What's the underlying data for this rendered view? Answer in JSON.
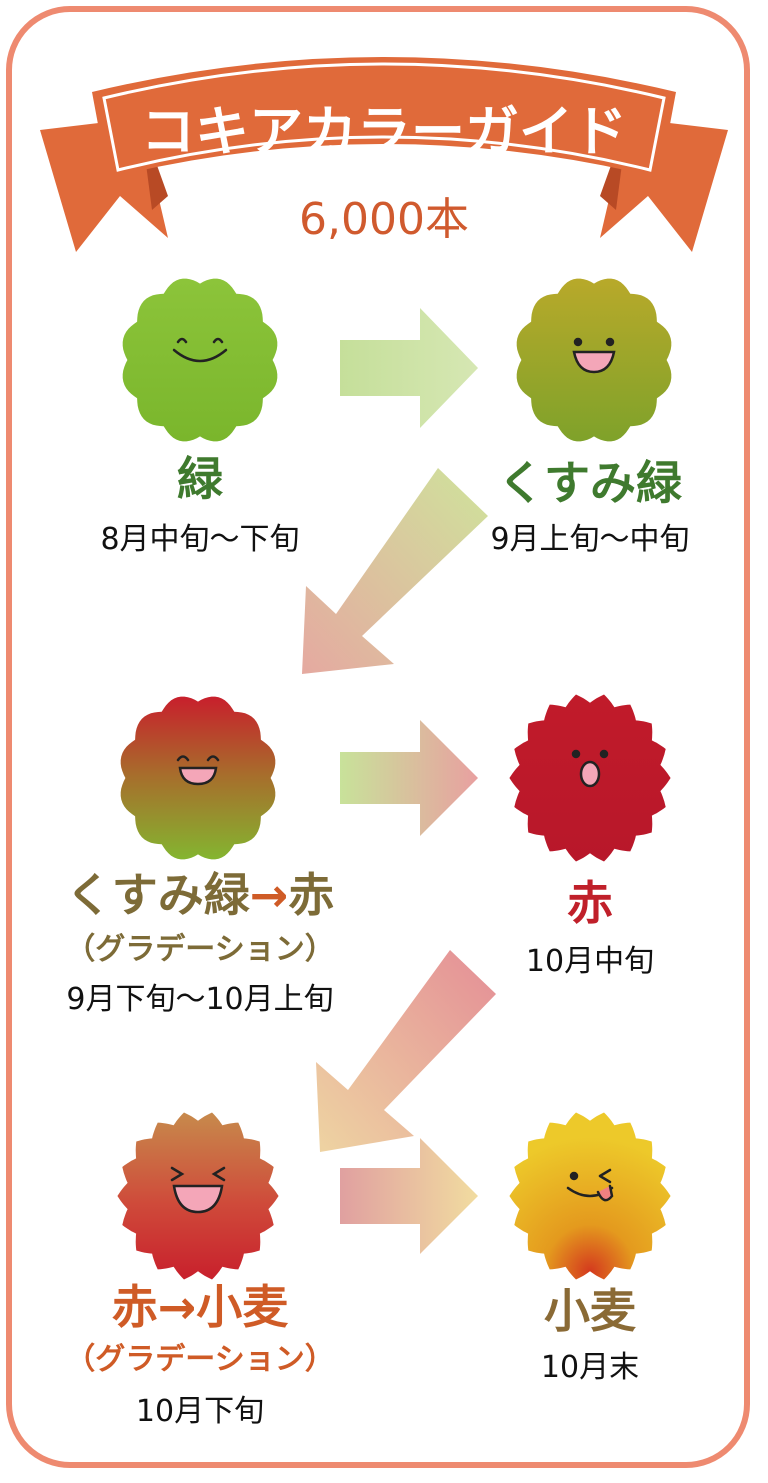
{
  "title": "コキアカラーガイド",
  "count": "6,000本",
  "colors": {
    "frame": "#ee8a70",
    "ribbon": "#e06a3a",
    "ribbon_dark": "#b84a25",
    "green_label": "#3f7a2e",
    "olive_label": "#7d6b37",
    "red_label": "#c0202a",
    "orange_label": "#cf5b26",
    "wheat_label": "#8a6a35"
  },
  "stages": [
    {
      "name": "緑",
      "date": "8月中旬〜下旬",
      "face": "smile"
    },
    {
      "name": "くすみ緑",
      "date": "9月上旬〜中旬",
      "face": "open-smile"
    },
    {
      "name": "くすみ緑",
      "arrow": "→",
      "name2": "赤",
      "sub": "（グラデーション）",
      "date": "9月下旬〜10月上旬",
      "face": "laugh"
    },
    {
      "name": "赤",
      "date": "10月中旬",
      "face": "surprised"
    },
    {
      "name": "赤",
      "arrow": "→",
      "name2": "小麦",
      "sub": "（グラデーション）",
      "date": "10月下旬",
      "face": "squint-laugh"
    },
    {
      "name": "小麦",
      "date": "10月末",
      "face": "wink-tongue"
    }
  ]
}
